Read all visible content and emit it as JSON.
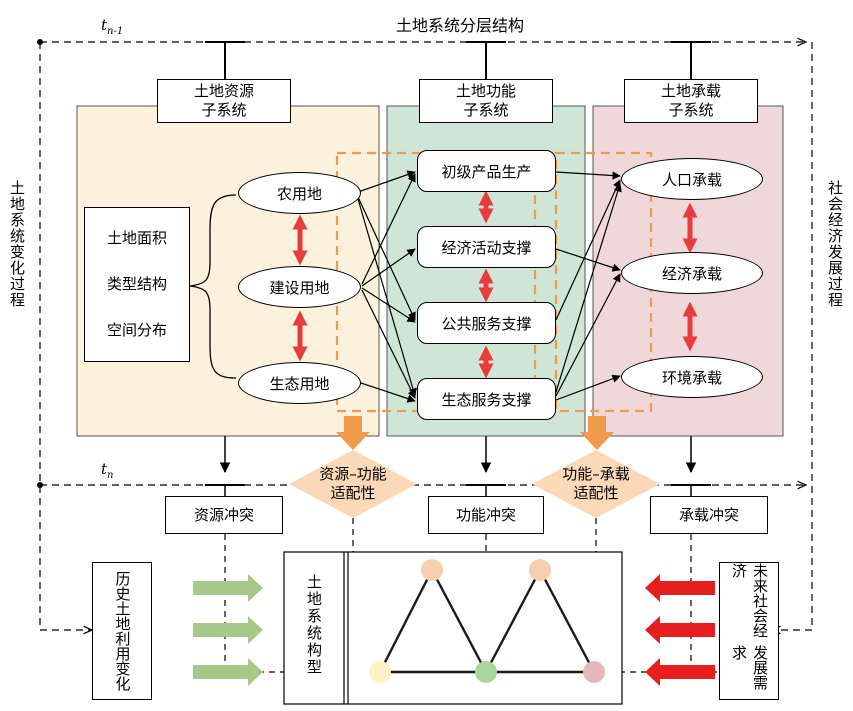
{
  "title": "土地系统分层结构",
  "time_prev": "t",
  "time_prev_sub": "n-1",
  "time_curr": "t",
  "time_curr_sub": "n",
  "left_process": "土地系统变化过程",
  "right_process": "社会经济发展过程",
  "subsystems": {
    "resource": {
      "line1": "土地资源",
      "line2": "子系统"
    },
    "function": {
      "line1": "土地功能",
      "line2": "子系统"
    },
    "carrying": {
      "line1": "土地承载",
      "line2": "子系统"
    }
  },
  "attributes": [
    "土地面积",
    "类型结构",
    "空间分布"
  ],
  "land_uses": [
    "农用地",
    "建设用地",
    "生态用地"
  ],
  "functions": [
    "初级产品生产",
    "经济活动支撑",
    "公共服务支撑",
    "生态服务支撑"
  ],
  "carrying": [
    "人口承载",
    "经济承载",
    "环境承载"
  ],
  "adaptability": {
    "rf": {
      "line1": "资源–功能",
      "line2": "适配性"
    },
    "fc": {
      "line1": "功能–承载",
      "line2": "适配性"
    }
  },
  "conflicts": [
    "资源冲突",
    "功能冲突",
    "承载冲突"
  ],
  "model_label": "土地系统构型",
  "history": {
    "line1": "历史土地利用",
    "line2": "变化"
  },
  "future": {
    "line1": "未来社会经济",
    "line2": "发展需求"
  },
  "colors": {
    "resource_bg": "#fbf1dc",
    "function_bg": "#cfe6d6",
    "carrying_bg": "#f0d8da",
    "orange": "#ef9b4b",
    "adapt_diamond": "#fbd9b8",
    "red_arrow": "#e63c3c",
    "green_arrow": "#a6c98a",
    "node_orange": "#f6cfae",
    "node_yellow": "#fbf3c6",
    "node_green": "#a9d69e",
    "node_pink": "#e4b7ba"
  }
}
